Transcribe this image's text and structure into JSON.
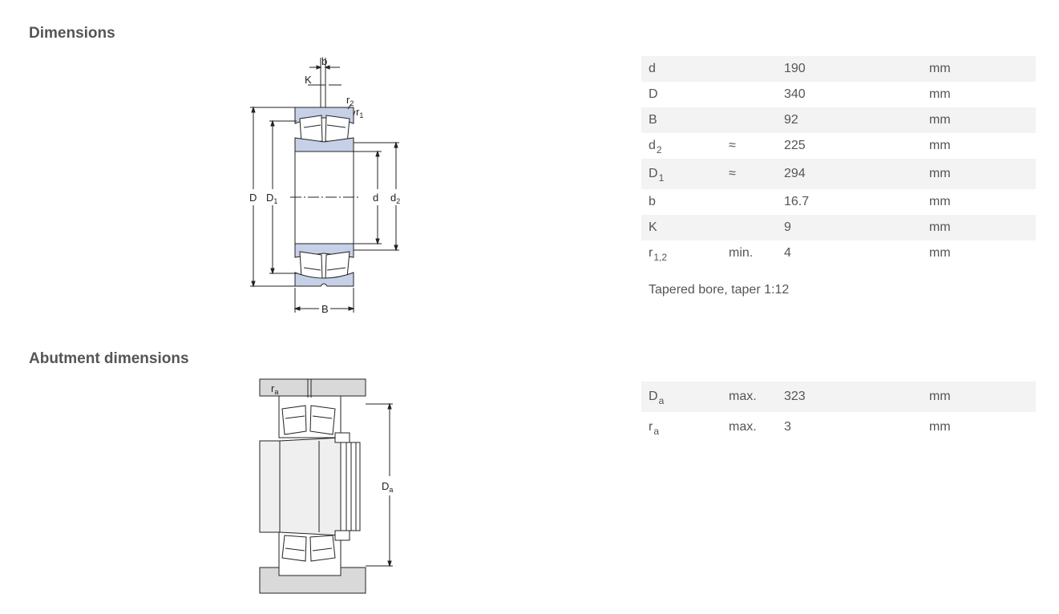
{
  "sections": {
    "dimensions_title": "Dimensions",
    "abutment_title": "Abutment dimensions"
  },
  "dimensions": [
    {
      "symbol": "d",
      "sub": "",
      "modifier": "",
      "value": "190",
      "unit": "mm"
    },
    {
      "symbol": "D",
      "sub": "",
      "modifier": "",
      "value": "340",
      "unit": "mm"
    },
    {
      "symbol": "B",
      "sub": "",
      "modifier": "",
      "value": "92",
      "unit": "mm"
    },
    {
      "symbol": "d",
      "sub": "2",
      "modifier": "≈",
      "value": "225",
      "unit": "mm"
    },
    {
      "symbol": "D",
      "sub": "1",
      "modifier": "≈",
      "value": "294",
      "unit": "mm"
    },
    {
      "symbol": "b",
      "sub": "",
      "modifier": "",
      "value": "16.7",
      "unit": "mm"
    },
    {
      "symbol": "K",
      "sub": "",
      "modifier": "",
      "value": "9",
      "unit": "mm"
    },
    {
      "symbol": "r",
      "sub": "1,2",
      "modifier": "min.",
      "value": "4",
      "unit": "mm"
    }
  ],
  "dimensions_note": "Tapered bore, taper 1:12",
  "abutment": [
    {
      "symbol": "D",
      "sub": "a",
      "modifier": "max.",
      "value": "323",
      "unit": "mm"
    },
    {
      "symbol": "r",
      "sub": "a",
      "modifier": "max.",
      "value": "3",
      "unit": "mm"
    }
  ],
  "bearing_labels": {
    "b": "b",
    "K": "K",
    "r": "r",
    "r2_sub": "2",
    "r1_sub": "1",
    "D": "D",
    "D1_main": "D",
    "D1_sub": "1",
    "d": "d",
    "d2_main": "d",
    "d2_sub": "2",
    "B": "B"
  },
  "abutment_labels": {
    "ra_main": "r",
    "ra_sub": "a",
    "Da_main": "D",
    "Da_sub": "a"
  },
  "colors": {
    "ring_fill": "#c6d1e7",
    "housing_fill": "#d9d9d9",
    "shaft_fill": "#efefef",
    "text": "#555555",
    "row_stripe": "#f3f3f3"
  }
}
